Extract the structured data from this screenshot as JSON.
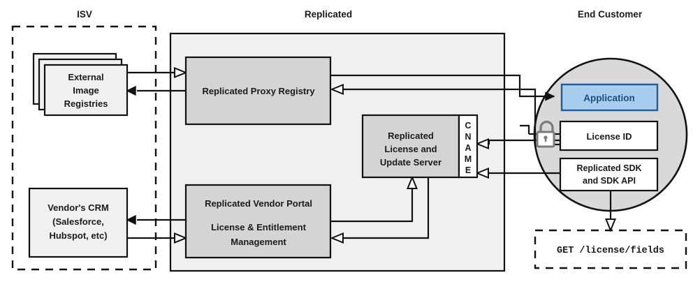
{
  "diagram": {
    "title_isv": "ISV",
    "title_replicated": "Replicated",
    "title_end_customer": "End Customer",
    "colors": {
      "zone_fill": "#f0f0f0",
      "box_gray": "#d4d4d4",
      "box_light": "#f0f0f0",
      "box_white": "#ffffff",
      "app_fill": "#a8cdee",
      "app_border": "#1f5c99",
      "app_text": "#1c4e80",
      "circle_fill": "#d9d9d9",
      "line": "#111111",
      "lock": "#7a7a7a"
    },
    "isv": {
      "registries": {
        "line1": "External",
        "line2": "Image",
        "line3": "Registries"
      },
      "crm": {
        "line1": "Vendor's CRM",
        "line2": "(Salesforce,",
        "line3": "Hubspot, etc)"
      }
    },
    "replicated": {
      "proxy_registry": "Replicated Proxy Registry",
      "license_server": {
        "line1": "Replicated",
        "line2": "License and",
        "line3": "Update Server"
      },
      "cname_letters": [
        "C",
        "N",
        "A",
        "M",
        "E"
      ],
      "cname_label": "CNAME",
      "vendor_portal": {
        "line1": "Replicated Vendor Portal",
        "line2": "License & Entitlement",
        "line3": "Management"
      }
    },
    "end_customer": {
      "application": "Application",
      "license_id": "License ID",
      "sdk": {
        "line1": "Replicated SDK",
        "line2": "and SDK API"
      },
      "api_call": "GET /license/fields",
      "lock_icon": "unlocked-padlock-icon"
    }
  }
}
